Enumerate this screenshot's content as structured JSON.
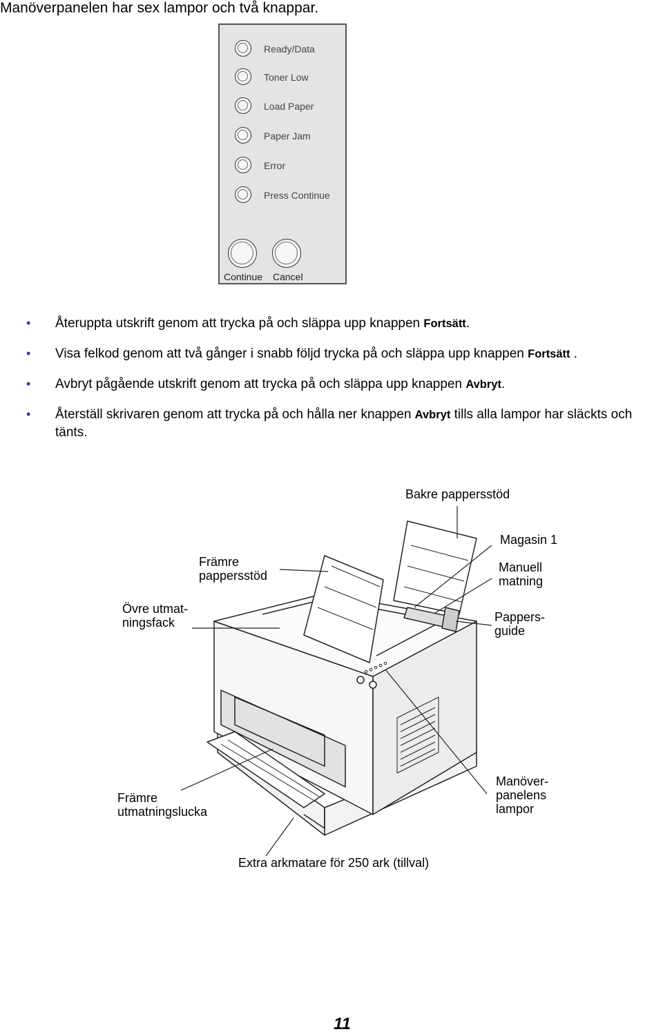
{
  "heading": "Manöverpanelen har sex lampor och två knappar.",
  "panel": {
    "lamps": [
      "Ready/Data",
      "Toner Low",
      "Load Paper",
      "Paper Jam",
      "Error",
      "Press Continue"
    ],
    "buttons": [
      "Continue",
      "Cancel"
    ]
  },
  "instructions": [
    {
      "text": "Återuppta utskrift genom att trycka på och släppa upp knappen ",
      "bold": "Fortsätt",
      "after": "."
    },
    {
      "text": "Visa felkod genom att två gånger i snabb följd trycka på och släppa upp knappen ",
      "bold": "Fortsätt",
      "after": " ."
    },
    {
      "text": "Avbryt pågående utskrift genom att trycka på och släppa upp knappen ",
      "bold": "Avbryt",
      "after": "."
    },
    {
      "text": "Återställ skrivaren genom att trycka på och hålla ner knappen ",
      "bold": "Avbryt",
      "after": " tills alla lampor har släckts och tänts."
    }
  ],
  "callouts": {
    "bakre": "Bakre pappersstöd",
    "magasin": "Magasin 1",
    "framre_stod_1": "Främre",
    "framre_stod_2": "pappersstöd",
    "manuell_1": "Manuell",
    "manuell_2": "matning",
    "ovre_1": "Övre utmat-",
    "ovre_2": "ningsfack",
    "pappersguide_1": "Pappers-",
    "pappersguide_2": "guide",
    "framre_lucka_1": "Främre",
    "framre_lucka_2": "utmatningslucka",
    "manover_1": "Manöver-",
    "manover_2": "panelens",
    "manover_3": "lampor",
    "extra": "Extra arkmatare för 250 ark (tillval)"
  },
  "page_number": "11"
}
